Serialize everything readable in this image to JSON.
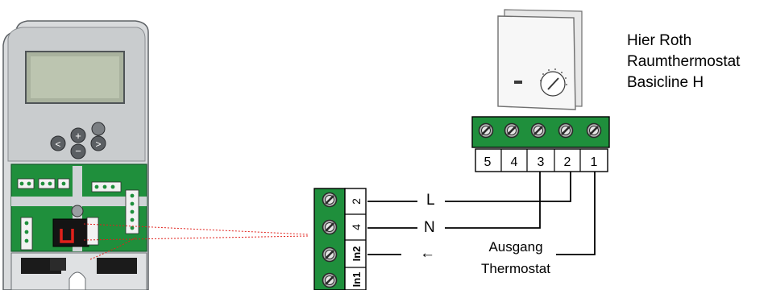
{
  "thermostat": {
    "name_lines": [
      "Hier Roth",
      "Raumthermostat",
      "Basicline H"
    ]
  },
  "thermostat_terminal": {
    "numbers": [
      "5",
      "4",
      "3",
      "2",
      "1"
    ]
  },
  "controller_terminal": {
    "labels": [
      "2",
      "4",
      "In2",
      "In1"
    ]
  },
  "wires": {
    "L": "L",
    "N": "N",
    "signal_arrow": "←",
    "output_line1": "Ausgang",
    "output_line2": "Thermostat"
  },
  "colors": {
    "controller_body": "#d7d9db",
    "circuit_board": "#1f8f3c",
    "jumper": "#e0211b",
    "callout_line": "#e0211b"
  }
}
